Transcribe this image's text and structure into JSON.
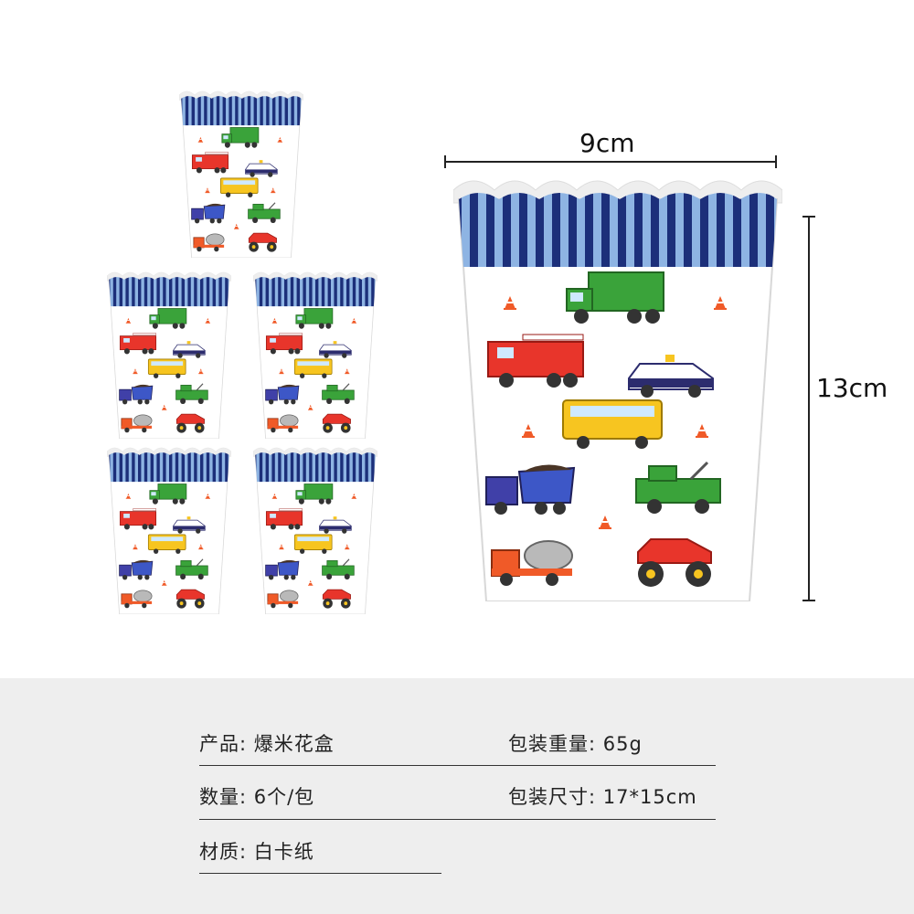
{
  "dimensions": {
    "width_label": "9cm",
    "height_label": "13cm"
  },
  "specs": {
    "product": "产品: 爆米花盒",
    "package_weight": "包装重量: 65g",
    "quantity": "数量: 6个/包",
    "package_size": "包装尺寸: 17*15cm",
    "material": "材质: 白卡纸"
  },
  "colors": {
    "stripe_dark": "#1c2f7a",
    "stripe_light": "#8eb4e3",
    "panel_bg": "#eeeeee"
  },
  "icons": [
    "popcorn-box-icon",
    "garbage-truck-icon",
    "fire-truck-icon",
    "police-car-icon",
    "school-bus-icon",
    "dump-truck-icon",
    "tow-truck-icon",
    "cement-mixer-icon",
    "monster-truck-icon",
    "traffic-cone-icon"
  ]
}
